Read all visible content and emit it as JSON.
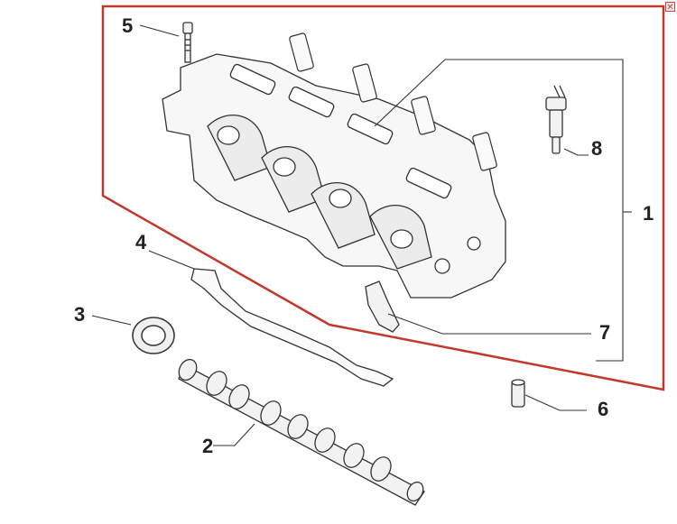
{
  "callouts": [
    "1",
    "2",
    "3",
    "4",
    "5",
    "6",
    "7",
    "8"
  ],
  "close_symbol": "✕",
  "colors": {
    "outline": "#c0392b",
    "line": "#333333",
    "part_fill": "#f7f7f7"
  },
  "icons": {
    "close": "close-icon"
  }
}
